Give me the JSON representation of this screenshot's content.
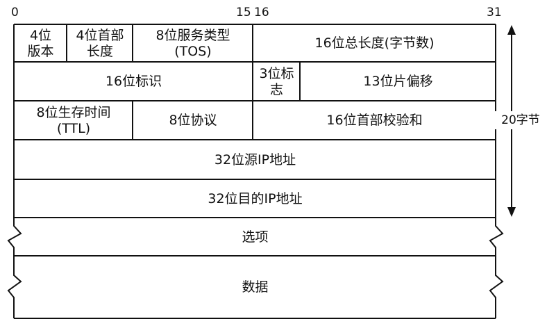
{
  "bit_ruler": {
    "start": "0",
    "mid_left": "15",
    "mid_right": "16",
    "end": "31"
  },
  "fixed_header_size": "20字节",
  "rows": [
    {
      "fields": [
        {
          "label": "4位\n版本"
        },
        {
          "label": "4位首部\n长度"
        },
        {
          "label": "8位服务类型\n(TOS)"
        },
        {
          "label": "16位总长度(字节数)"
        }
      ]
    },
    {
      "fields": [
        {
          "label": "16位标识"
        },
        {
          "label": "3位标\n志"
        },
        {
          "label": "13位片偏移"
        }
      ]
    },
    {
      "fields": [
        {
          "label": "8位生存时间\n(TTL)"
        },
        {
          "label": "8位协议"
        },
        {
          "label": "16位首部校验和"
        }
      ]
    },
    {
      "fields": [
        {
          "label": "32位源IP地址"
        }
      ]
    },
    {
      "fields": [
        {
          "label": "32位目的IP地址"
        }
      ]
    },
    {
      "fields": [
        {
          "label": "选项"
        }
      ]
    },
    {
      "fields": [
        {
          "label": "数据"
        }
      ]
    }
  ],
  "colors": {
    "line": "#111111",
    "background": "#ffffff"
  }
}
